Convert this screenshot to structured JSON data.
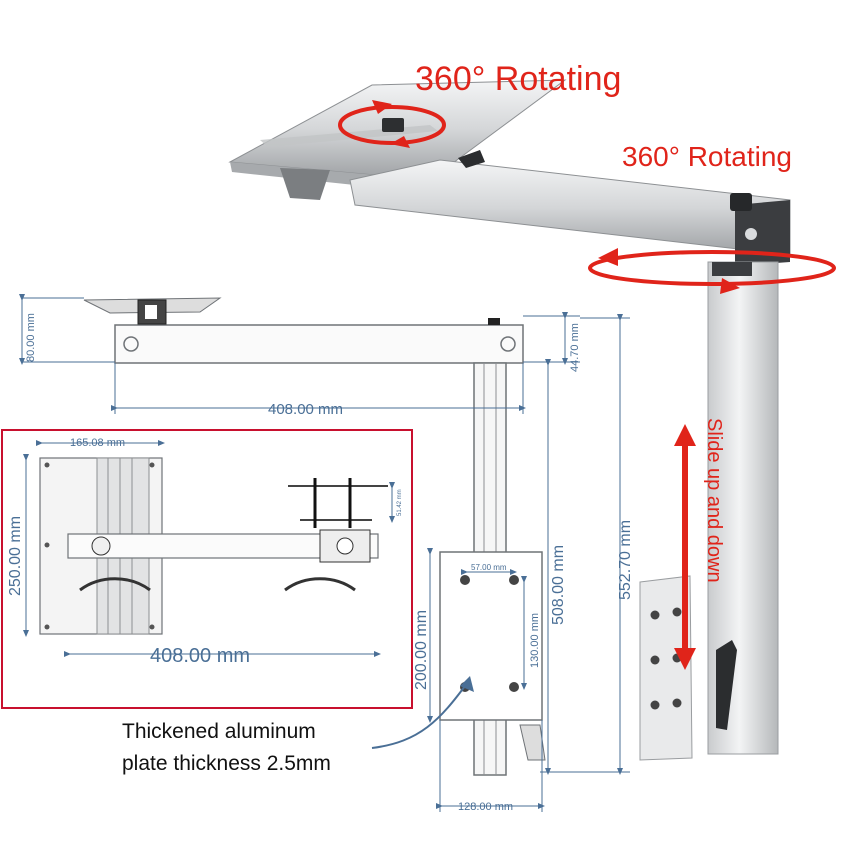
{
  "annotations": {
    "rotate_top": "360° Rotating",
    "rotate_side": "360° Rotating",
    "slide": "Slide up and down",
    "callout_line1": "Thickened aluminum",
    "callout_line2": "plate thickness 2.5mm"
  },
  "dimensions": {
    "top_height": "80.00 mm",
    "bracket_height": "44.70 mm",
    "arm_length_top": "408.00 mm",
    "plate_width": "165.08 mm",
    "plate_height": "250.00 mm",
    "arm_length_plan": "408.00 mm",
    "clamp_small": "51.42 mm",
    "hole_spacing_x": "57.00 mm",
    "hole_spacing_y": "130.00 mm",
    "mount_height": "200.00 mm",
    "column_height": "508.00 mm",
    "overall_height": "552.70 mm",
    "mount_width": "128.00 mm"
  },
  "colors": {
    "dimension": "#4a6f96",
    "accent_red": "#e0241a",
    "aluminum": "#d9dbdd"
  }
}
